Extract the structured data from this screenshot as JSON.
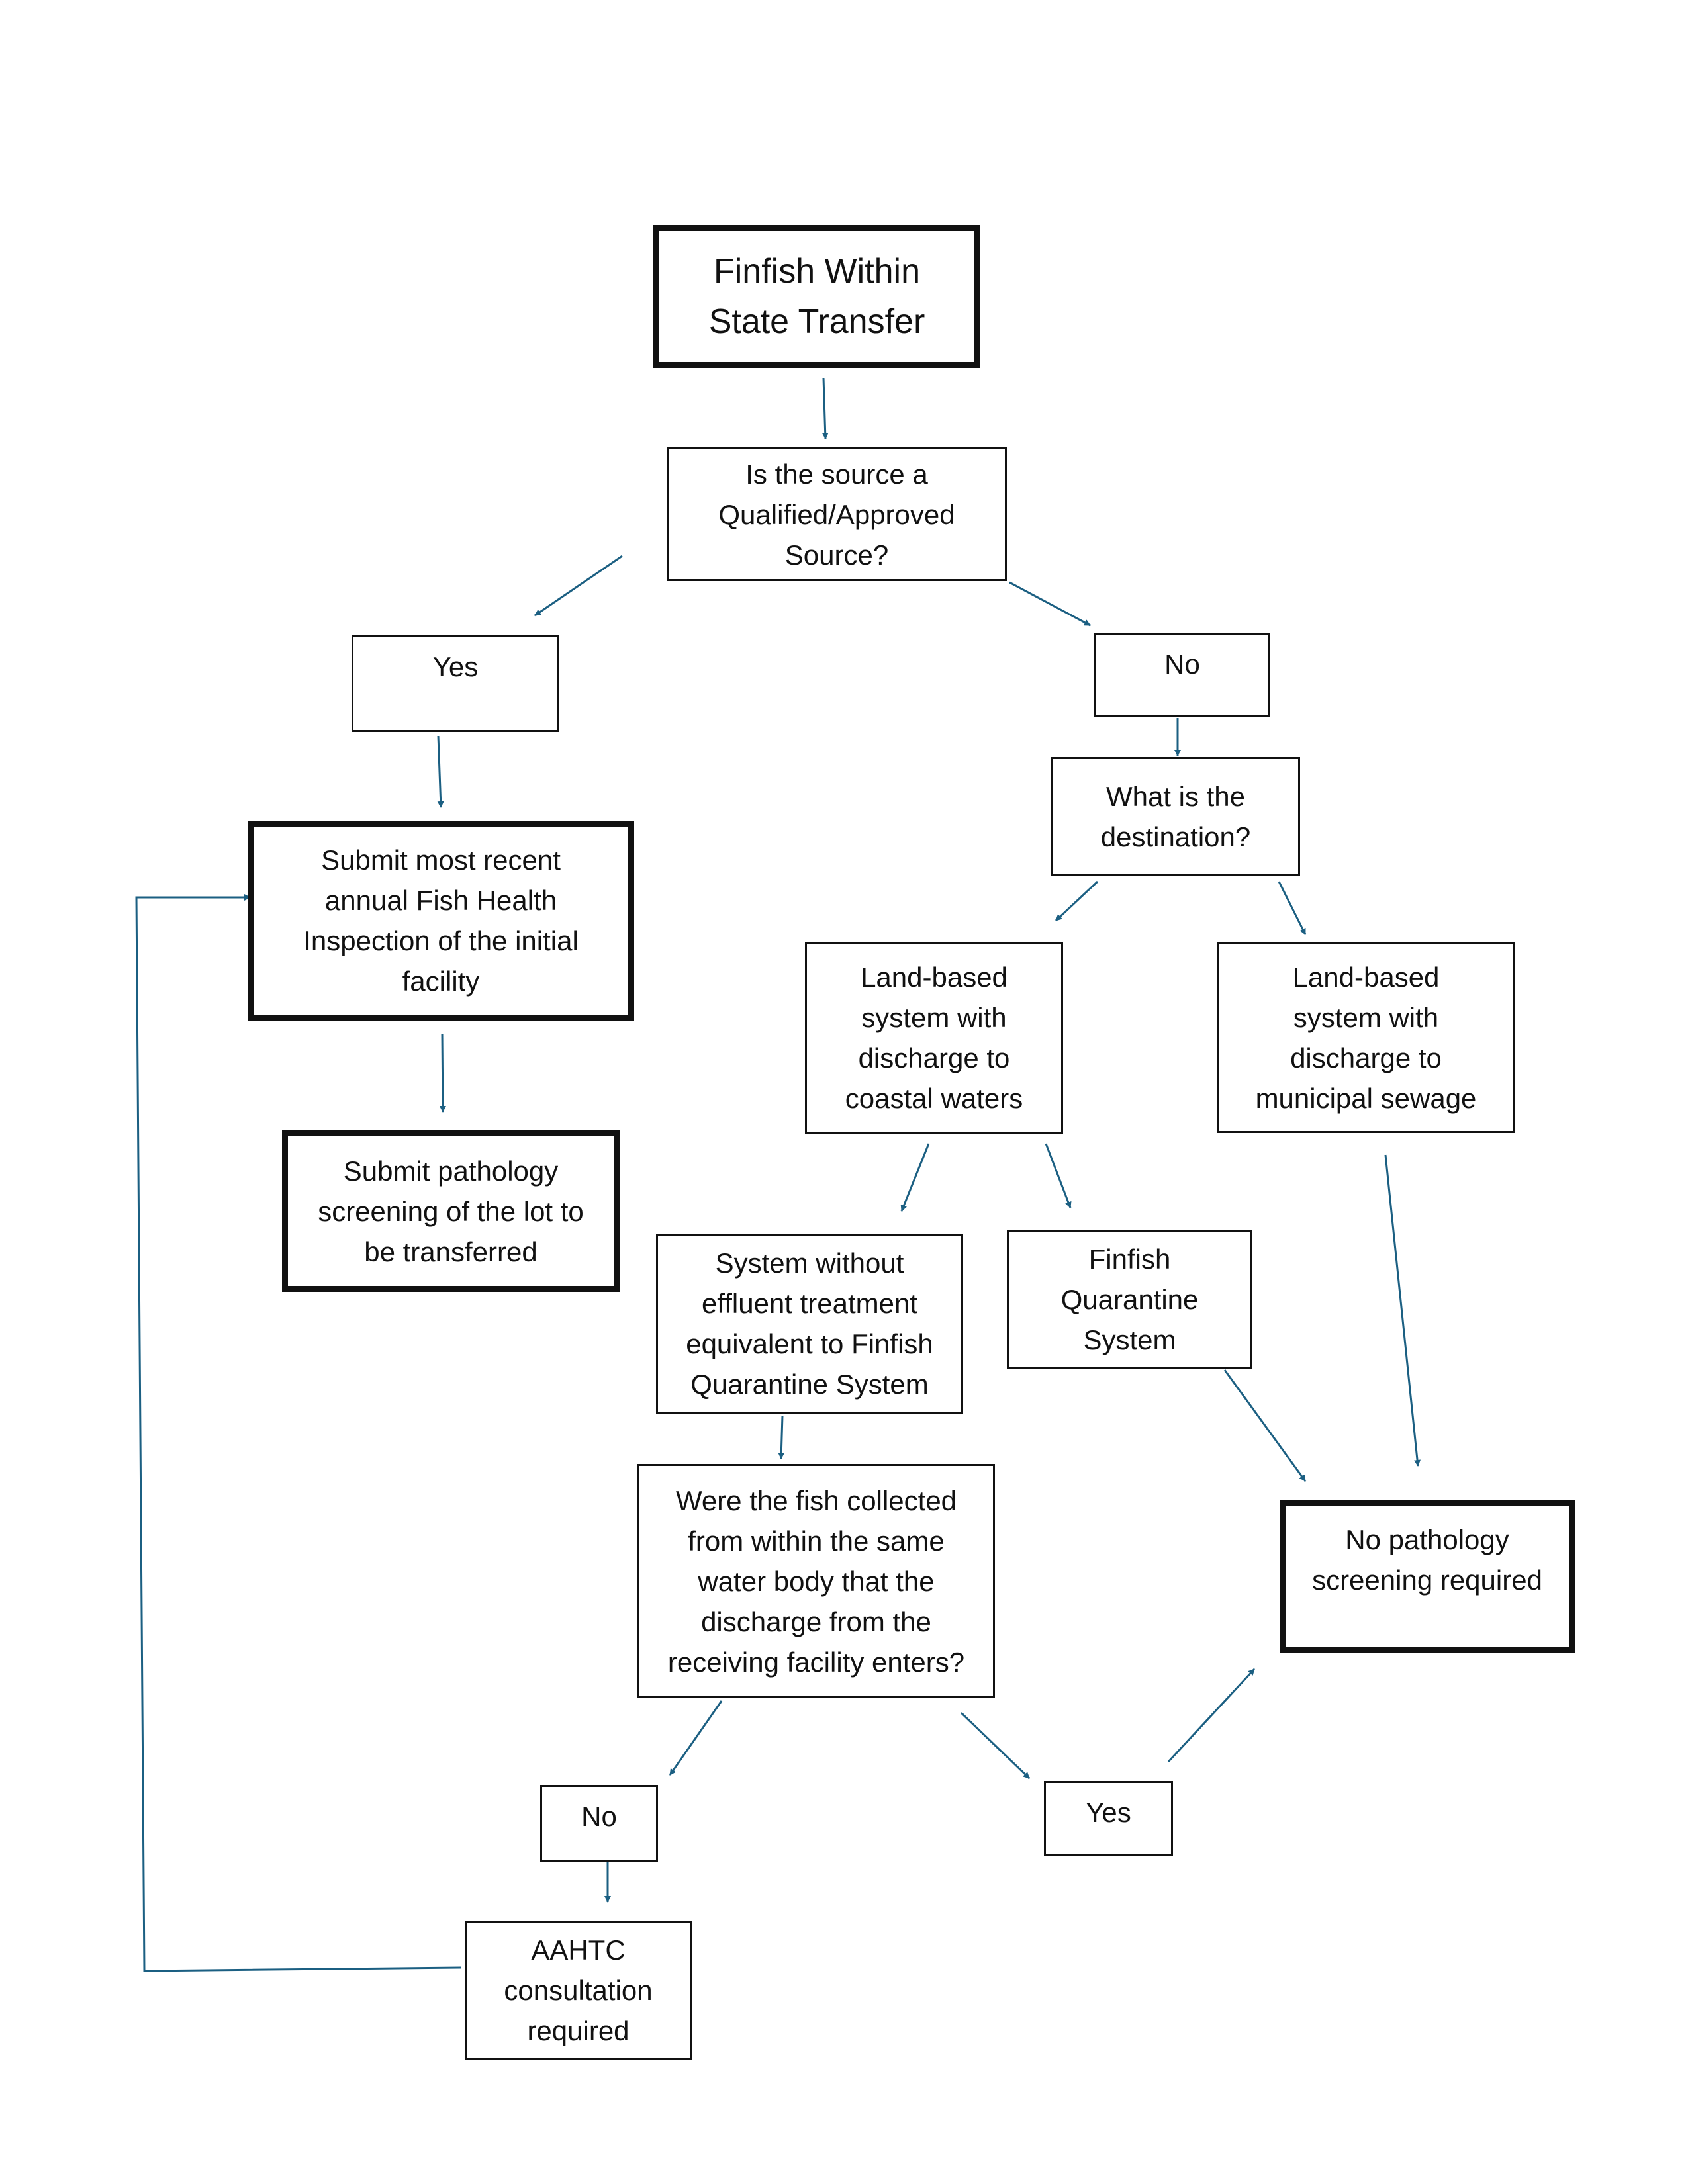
{
  "flowchart": {
    "colors": {
      "arrow": "#1b5f82",
      "box_border": "#111111",
      "background": "#ffffff"
    },
    "nodes": {
      "title": "Finfish Within\nState Transfer",
      "q_source": "Is the source a\nQualified/Approved\nSource?",
      "yes_source": "Yes",
      "no_source": "No",
      "submit_inspection": "Submit most recent\nannual Fish Health\nInspection of the initial\nfacility",
      "submit_pathology": "Submit pathology\nscreening of the lot to\nbe transferred",
      "q_destination": "What is the\ndestination?",
      "land_coastal": "Land-based\nsystem with\ndischarge to\ncoastal waters",
      "land_sewage": "Land-based\nsystem with\ndischarge to\nmunicipal sewage",
      "system_without": "System without\neffluent treatment\nequivalent to Finfish\nQuarantine System",
      "finfish_quarantine": "Finfish\nQuarantine\nSystem",
      "q_water_body": "Were the fish collected\nfrom within the same\nwater body that the\ndischarge from the\nreceiving facility enters?",
      "no_pathology": "No pathology\nscreening required",
      "no_water": "No",
      "yes_water": "Yes",
      "aahtc": "AAHTC\nconsultation\nrequired"
    }
  }
}
